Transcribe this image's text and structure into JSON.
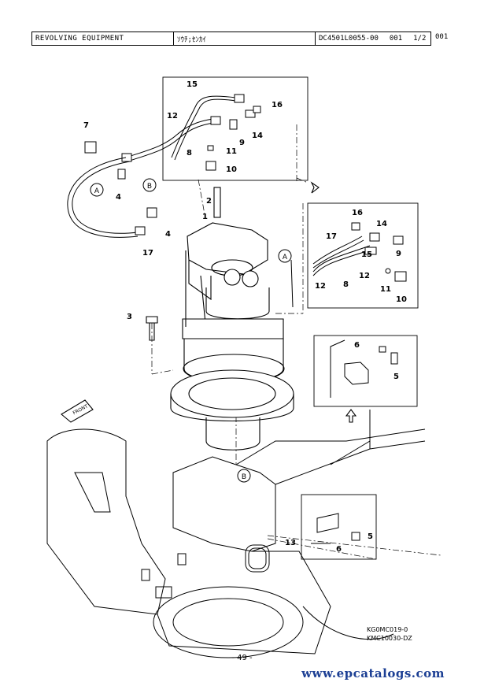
{
  "header": {
    "title": "REVOLVING EQUIPMENT",
    "subtitle": "ｿｳﾁ;ｾﾝｶｲ",
    "doc_code": "DC4501L0055-00",
    "seq": "001",
    "sheet": "1/2",
    "page_ref": "001"
  },
  "callouts": {
    "n1": "1",
    "n2": "2",
    "n3": "3",
    "n4a": "4",
    "n4b": "4",
    "n5a": "5",
    "n5b": "5",
    "n6a": "6",
    "n6b": "6",
    "n7": "7",
    "n8a": "8",
    "n8b": "8",
    "n9a": "9",
    "n9b": "9",
    "n10a": "10",
    "n10b": "10",
    "n11a": "11",
    "n11b": "11",
    "n12a": "12",
    "n12b": "12",
    "n12c": "12",
    "n13": "13",
    "n14a": "14",
    "n14b": "14",
    "n15a": "15",
    "n15b": "15",
    "n16a": "16",
    "n16b": "16",
    "n17a": "17",
    "n17b": "17",
    "refA1": "A",
    "refA2": "A",
    "refB1": "B",
    "refB2": "B",
    "front": "FRONT"
  },
  "footer": {
    "code1": "KG0MC019-0",
    "code2": "KMC10030-DZ",
    "page_number": "- 49 -",
    "watermark": "www.epcatalogs.com"
  }
}
